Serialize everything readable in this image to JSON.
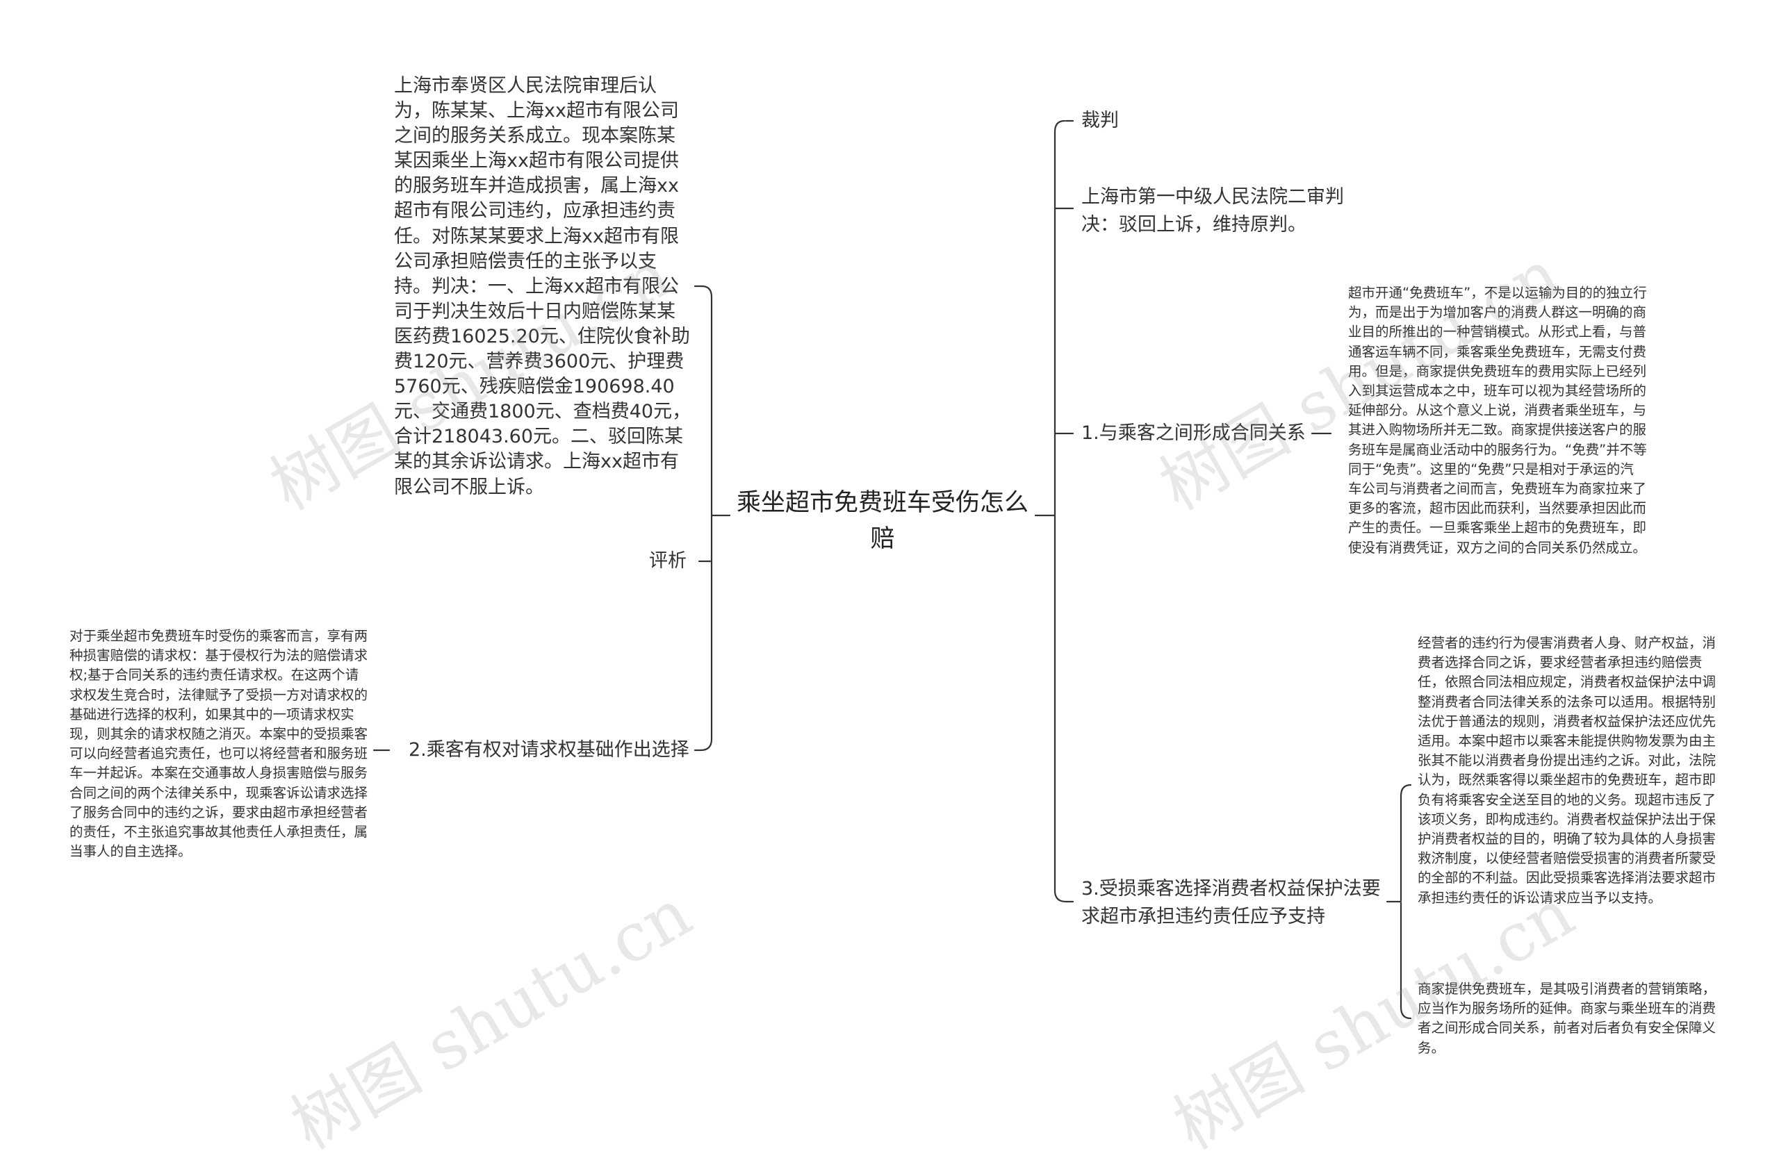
{
  "root": {
    "title": "乘坐超市免费班车受伤怎么赔"
  },
  "right": {
    "n1": {
      "label": "裁判"
    },
    "n2": {
      "label": "上海市第一中级人民法院二审判决：驳回上诉，维持原判。"
    },
    "n3": {
      "label": "1.与乘客之间形成合同关系",
      "detail": "超市开通“免费班车”，不是以运输为目的的独立行为，而是出于为增加客户的消费人群这一明确的商业目的所推出的一种营销模式。从形式上看，与普通客运车辆不同，乘客乘坐免费班车，无需支付费用。但是，商家提供免费班车的费用实际上已经列入到其运营成本之中，班车可以视为其经营场所的延伸部分。从这个意义上说，消费者乘坐班车，与其进入购物场所并无二致。商家提供接送客户的服务班车是属商业活动中的服务行为。“免费”并不等同于“免责”。这里的“免费”只是相对于承运的汽车公司与消费者之间而言，免费班车为商家拉来了更多的客流，超市因此而获利，当然要承担因此而产生的责任。一旦乘客乘坐上超市的免费班车，即使没有消费凭证，双方之间的合同关系仍然成立。"
    },
    "n4": {
      "label": "3.受损乘客选择消费者权益保护法要求超市承担违约责任应予支持",
      "detail1": "经营者的违约行为侵害消费者人身、财产权益，消费者选择合同之诉，要求经营者承担违约赔偿责任，依照合同法相应规定，消费者权益保护法中调整消费者合同法律关系的法条可以适用。根据特别法优于普通法的规则，消费者权益保护法还应优先适用。本案中超市以乘客未能提供购物发票为由主张其不能以消费者身份提出违约之诉。对此，法院认为，既然乘客得以乘坐超市的免费班车，超市即负有将乘客安全送至目的地的义务。现超市违反了该项义务，即构成违约。消费者权益保护法出于保护消费者权益的目的，明确了较为具体的人身损害救济制度，以使经营者赔偿受损害的消费者所蒙受的全部的不利益。因此受损乘客选择消法要求超市承担违约责任的诉讼请求应当予以支持。",
      "detail2": "商家提供免费班车，是其吸引消费者的营销策略，应当作为服务场所的延伸。商家与乘坐班车的消费者之间形成合同关系，前者对后者负有安全保障义务。"
    }
  },
  "left": {
    "n1": {
      "label": "评析",
      "detail": "上海市奉贤区人民法院审理后认为，陈某某、上海xx超市有限公司之间的服务关系成立。现本案陈某某因乘坐上海xx超市有限公司提供的服务班车并造成损害，属上海xx超市有限公司违约，应承担违约责任。对陈某某要求上海xx超市有限公司承担赔偿责任的主张予以支持。判决：一、上海xx超市有限公司于判决生效后十日内赔偿陈某某医药费16025.20元、住院伙食补助费120元、营养费3600元、护理费5760元、残疾赔偿金190698.40元、交通费1800元、查档费40元，合计218043.60元。二、驳回陈某某的其余诉讼请求。上海xx超市有限公司不服上诉。"
    },
    "n2": {
      "label": "2.乘客有权对请求权基础作出选择",
      "detail": "对于乘坐超市免费班车时受伤的乘客而言，享有两种损害赔偿的请求权：基于侵权行为法的赔偿请求权;基于合同关系的违约责任请求权。在这两个请求权发生竞合时，法律赋予了受损一方对请求权的基础进行选择的权利，如果其中的一项请求权实现，则其余的请求权随之消灭。本案中的受损乘客可以向经营者追究责任，也可以将经营者和服务班车一并起诉。本案在交通事故人身损害赔偿与服务合同之间的两个法律关系中，现乘客诉讼请求选择了服务合同中的违约之诉，要求由超市承担经营者的责任，不主张追究事故其他责任人承担责任，属当事人的自主选择。"
    }
  },
  "watermark": [
    "树图 shutu.cn",
    "树图 shutu.cn",
    "树图 shutu.cn",
    "树图 shutu.cn"
  ],
  "style": {
    "line_color": "#333333",
    "text_color": "#333333"
  }
}
